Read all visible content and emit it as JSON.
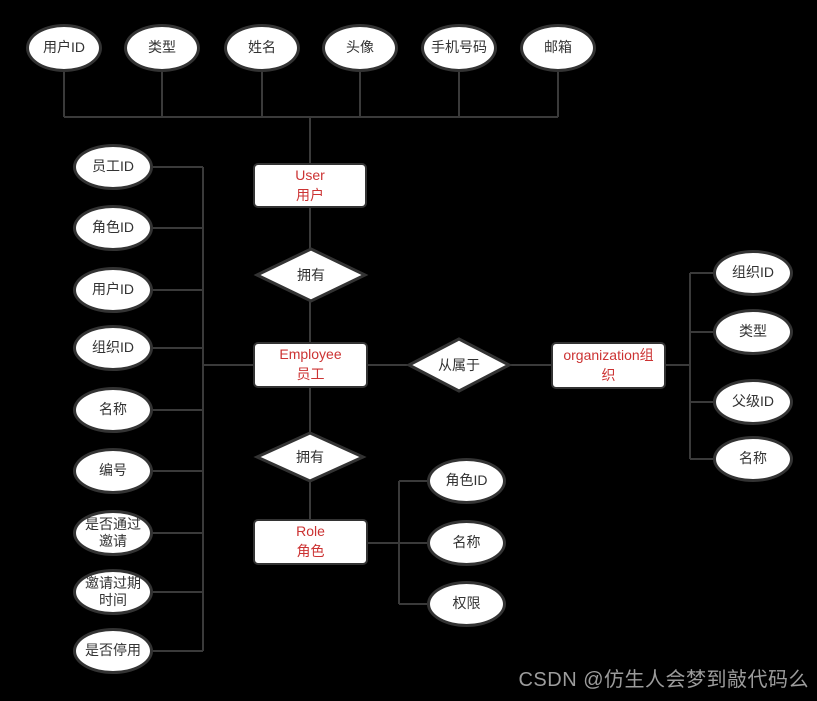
{
  "watermark": "CSDN @仿生人会梦到敲代码么",
  "colors": {
    "background": "#000000",
    "shape_fill": "#ffffff",
    "stroke": "#333333",
    "wire": "#3a3a3a",
    "attribute_text": "#333333",
    "entity_text": "#cc3333",
    "watermark_text": "#9c9c9c"
  },
  "entities": {
    "user": {
      "en": "User",
      "zh": "用户"
    },
    "employee": {
      "en": "Employee",
      "zh": "员工"
    },
    "role": {
      "en": "Role",
      "zh": "角色"
    },
    "organization": {
      "label": "organization组织"
    }
  },
  "relationships": {
    "user_employee": "拥有",
    "employee_organization": "从属于",
    "employee_role": "拥有"
  },
  "attributes": {
    "user": [
      "用户ID",
      "类型",
      "姓名",
      "头像",
      "手机号码",
      "邮箱"
    ],
    "employee": [
      "员工ID",
      "角色ID",
      "用户ID",
      "组织ID",
      "名称",
      "编号",
      "是否通过\n邀请",
      "邀请过期\n时间",
      "是否停用"
    ],
    "role": [
      "角色ID",
      "名称",
      "权限"
    ],
    "organization": [
      "组织ID",
      "类型",
      "父级ID",
      "名称"
    ]
  }
}
